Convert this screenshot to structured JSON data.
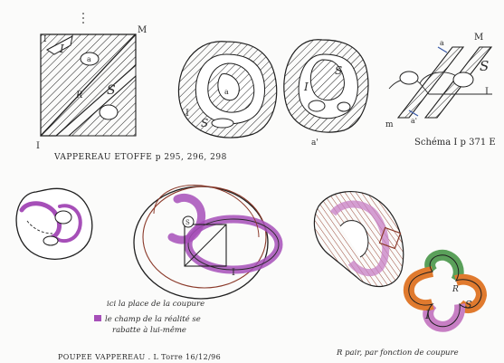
{
  "labels": {
    "d1_corner_tl": "I",
    "d1_corner_tr": "M",
    "d1_corner_bl": "I",
    "d1_inner_I": "I",
    "d1_a": "a",
    "d1_R": "R",
    "d1_S": "S",
    "d1_caption": "VAPPEREAU ETOFFE p 295, 296, 298",
    "d2_I": "I",
    "d2_S": "S",
    "d2_a": "a",
    "d3_I": "I",
    "d3_S": "S",
    "d3_a_prime": "a'",
    "d4_M": "M",
    "d4_S": "S",
    "d4_I": "I",
    "d4_a": "a",
    "d4_a_prime": "a'",
    "d4_m": "m",
    "d4_caption": "Schéma I p 371 E",
    "d6_S": "S",
    "d6_I": "I",
    "d8_I": "I",
    "d8_R": "R",
    "d8_S": "S",
    "note_line1": "ici la place de la coupure",
    "note_line2": "le champ de la réalité se",
    "note_line3": "rabatte à lui-même",
    "footer_left": "POUPEE VAPPEREAU . L Torre 16/12/96",
    "footer_right": "R pair, par fonction de coupure"
  },
  "colors": {
    "ink": "#1f1f1f",
    "purple": "#a64fb8",
    "purple_light": "#d9a9e0",
    "brown": "#8b3a2a",
    "orange": "#e07a2e",
    "green": "#5aa05a",
    "pink": "#c77fc4",
    "hatch_brown": "#9b4b3a"
  }
}
